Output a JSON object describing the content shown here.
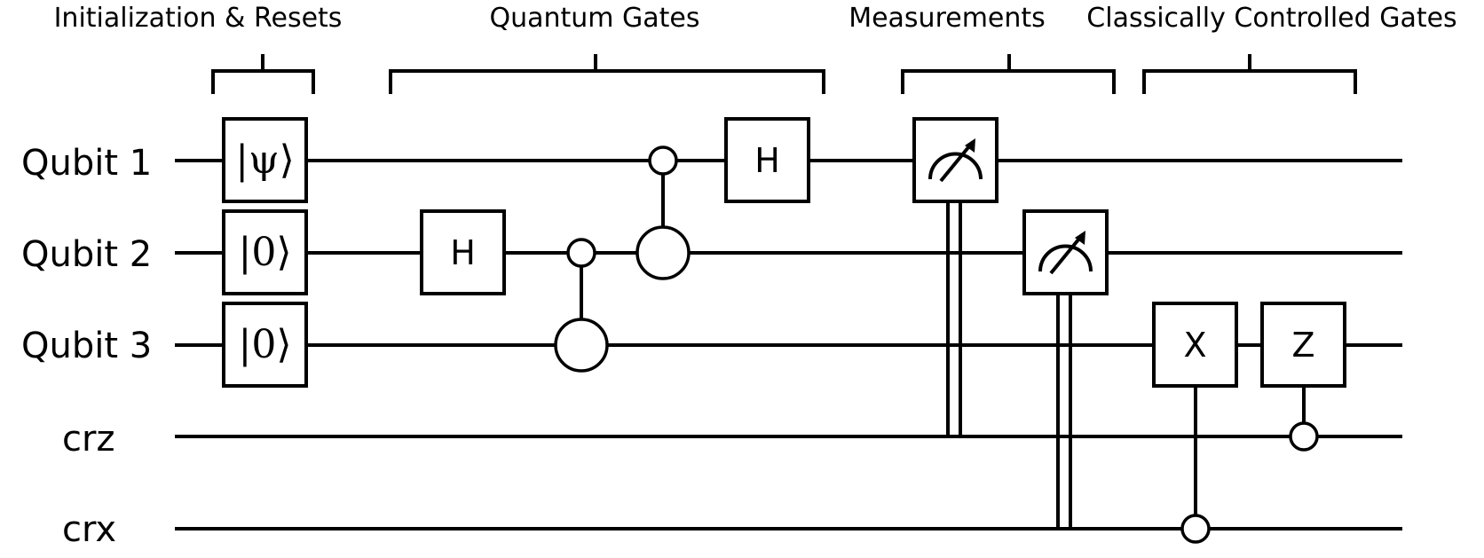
{
  "sections": [
    {
      "title": "Initialization & Resets"
    },
    {
      "title": "Quantum Gates"
    },
    {
      "title": "Measurements"
    },
    {
      "title": "Classically Controlled Gates"
    }
  ],
  "wires": [
    {
      "label": "Qubit 1"
    },
    {
      "label": "Qubit 2"
    },
    {
      "label": "Qubit 3"
    },
    {
      "label": "crz"
    },
    {
      "label": "crx"
    }
  ],
  "init_states": [
    "|ψ⟩",
    "|0⟩",
    "|0⟩"
  ],
  "gates": {
    "h_qubit2": "H",
    "h_qubit1": "H",
    "x_gate": "X",
    "z_gate": "Z"
  }
}
